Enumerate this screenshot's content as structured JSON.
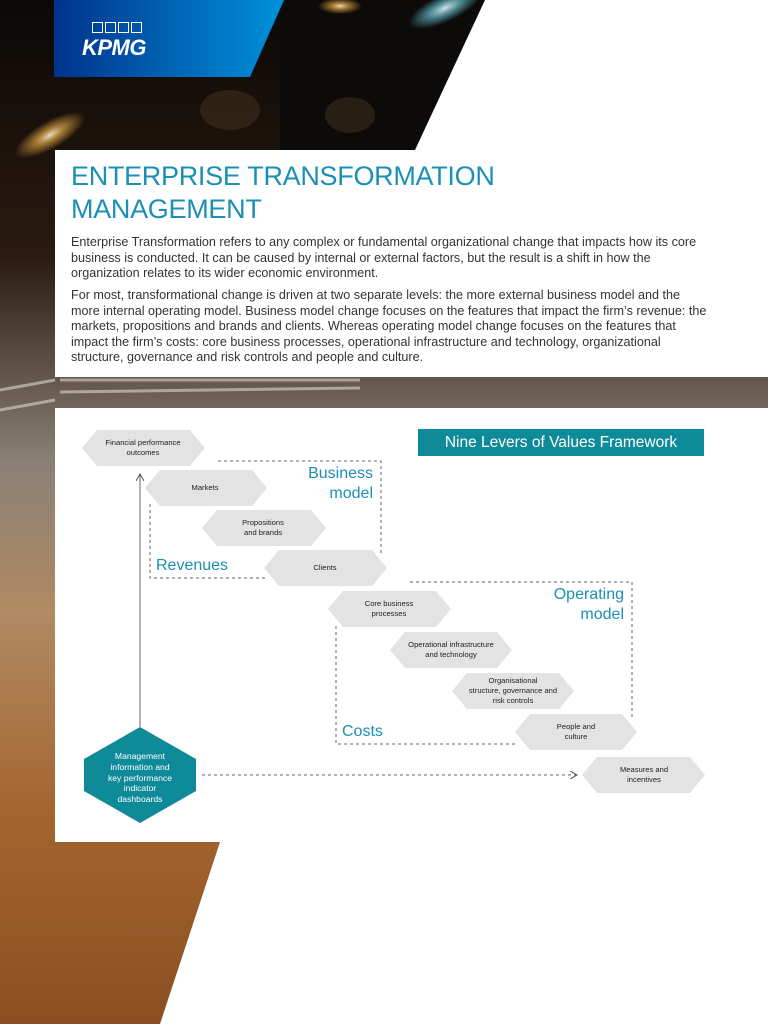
{
  "brand": {
    "logo_text": "KPMG",
    "colors": {
      "kpmg_blue": "#00338d",
      "accent_blue": "#0091da",
      "teal": "#0e8a98",
      "title_blue": "#1b8fb4",
      "hex_grey": "#e3e3e3"
    }
  },
  "article": {
    "title_line1": "ENTERPRISE TRANSFORMATION",
    "title_line2": "MANAGEMENT",
    "paragraph1": "Enterprise Transformation refers to any complex or fundamental organizational change that impacts how its core business is conducted. It can be caused by internal or external factors, but the result is a shift in how the organization relates to its wider economic environment.",
    "paragraph2": "For most, transformational change is driven at two separate levels: the more external business model and the more internal operating model. Business model change focuses on the features that impact the firm’s revenue: the markets, propositions and brands and clients. Whereas operating model change focuses on the features that impact the firm’s costs: core business processes, operational infrastructure and technology, organizational structure, governance and risk controls and people and culture."
  },
  "diagram": {
    "framework_title": "Nine Levers of Values Framework",
    "labels": {
      "business_model_line1": "Business",
      "business_model_line2": "model",
      "operating_model_line1": "Operating",
      "operating_model_line2": "model",
      "revenues": "Revenues",
      "costs": "Costs"
    },
    "levers": {
      "financial_line1": "Financial performance",
      "financial_line2": "outcomes",
      "markets": "Markets",
      "propositions_line1": "Propositions",
      "propositions_line2": "and brands",
      "clients": "Clients",
      "core_line1": "Core business",
      "core_line2": "processes",
      "infra_line1": "Operational infrastructure",
      "infra_line2": "and technology",
      "org_line1": "Organisational",
      "org_line2": "structure, governance and",
      "org_line3": "risk controls",
      "people_line1": "People and",
      "people_line2": "culture",
      "measures_line1": "Measures and",
      "measures_line2": "incentives"
    },
    "management": {
      "line1": "Management",
      "line2": "information and",
      "line3": "key performance",
      "line4": "indicator",
      "line5": "dashboards"
    }
  }
}
